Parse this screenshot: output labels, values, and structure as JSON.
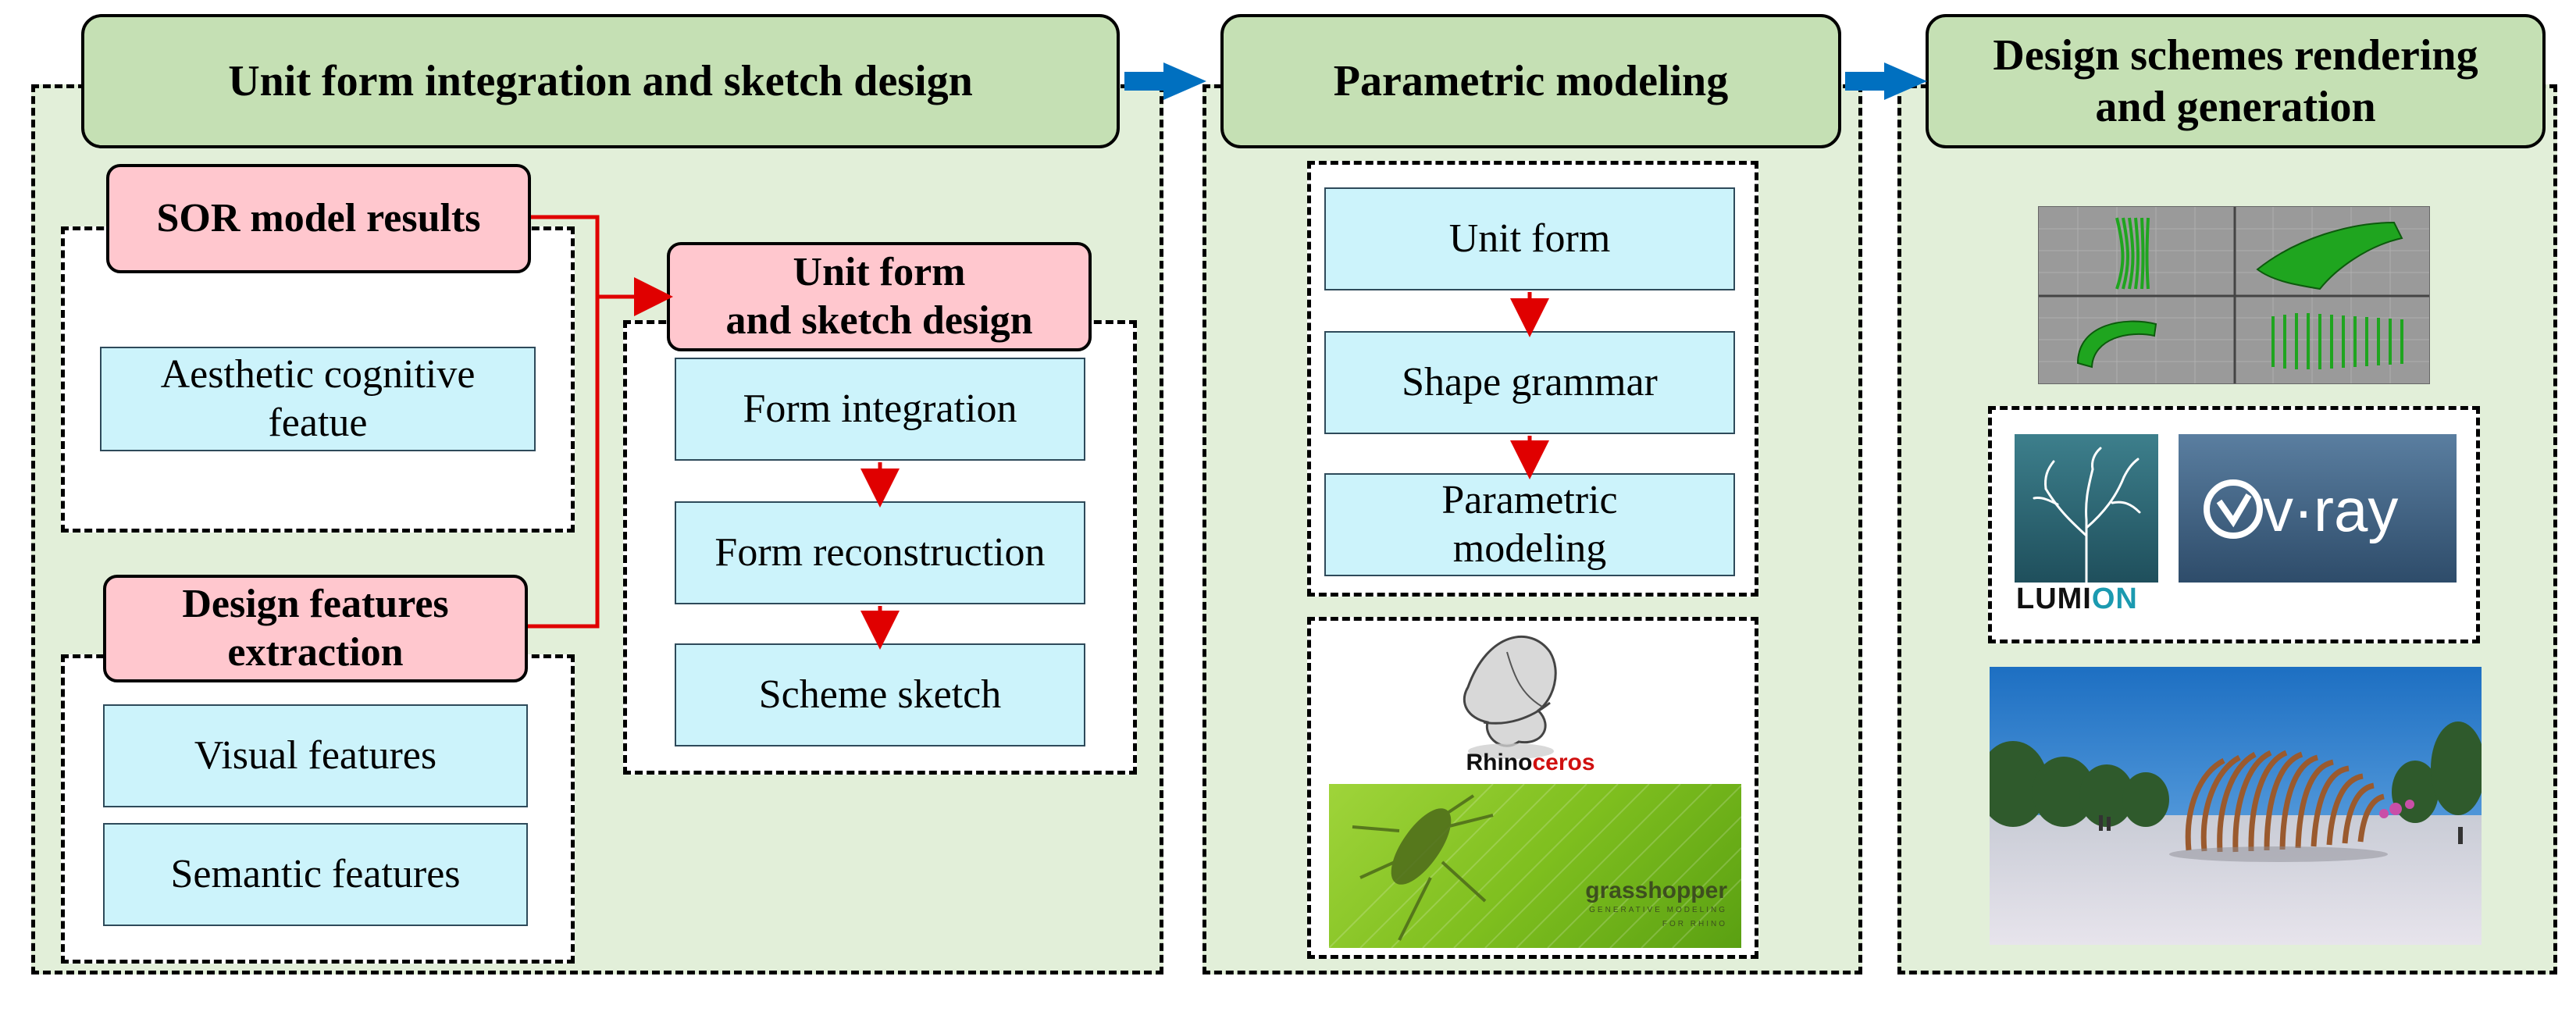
{
  "colors": {
    "panel_bg": "#e2efd9",
    "header_bg": "#c5e0b4",
    "pink_box": "#ffc7ce",
    "cyan_box": "#ccf3fb",
    "arrow_blue": "#0070c0",
    "connector_red": "#e00000"
  },
  "stage1": {
    "title": "Unit form integration and sketch design",
    "sor": {
      "title": "SOR model results",
      "items": [
        "Aesthetic cognitive\nfeatue"
      ]
    },
    "extraction": {
      "title": "Design features\nextraction",
      "items": [
        "Visual features",
        "Semantic features"
      ]
    },
    "unit": {
      "title": "Unit form\nand sketch design",
      "steps": [
        "Form integration",
        "Form reconstruction",
        "Scheme sketch"
      ]
    }
  },
  "stage2": {
    "title": "Parametric modeling",
    "steps": [
      "Unit form",
      "Shape grammar",
      "Parametric\nmodeling"
    ],
    "logos": {
      "rhino_prefix": "Rhino",
      "rhino_suffix": "ceros",
      "grasshopper": "grasshopper",
      "grasshopper_sub1": "GENERATIVE MODELING",
      "grasshopper_sub2": "FOR RHINO"
    }
  },
  "stage3": {
    "title": "Design schemes rendering\nand generation",
    "logos": {
      "lumion_a": "LUMI",
      "lumion_b": "ON",
      "vray": "v·ray"
    }
  }
}
